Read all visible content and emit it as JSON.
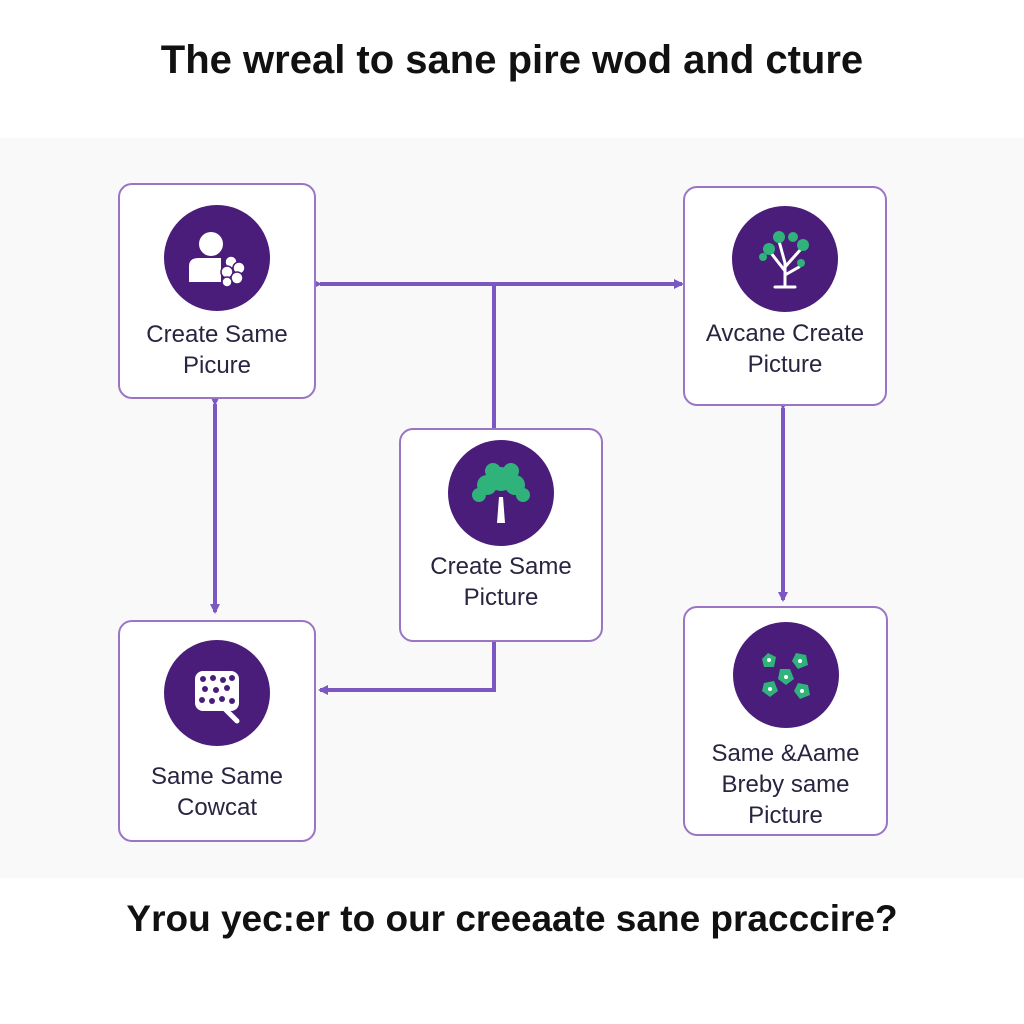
{
  "header": {
    "title": "The wreal to sane pire wod and cture"
  },
  "footer": {
    "question": "Yrou yec:er to our creeaate sane pracccire?"
  },
  "colors": {
    "accent": "#7b57c2",
    "node_border": "#9a75c4",
    "icon_fill": "#4b1d7a",
    "leaf_green": "#2fb37a"
  },
  "nodes": {
    "top_left": {
      "line1": "Create Same",
      "line2": "Picure",
      "icon": "person-cluster-icon"
    },
    "top_right": {
      "line1": "Avcane Create",
      "line2": "Picture",
      "icon": "bonsai-tree-icon"
    },
    "center": {
      "line1": "Create Same",
      "line2": "Picture",
      "icon": "tree-icon"
    },
    "bottom_left": {
      "line1": "Same Same",
      "line2": "Cowcat",
      "icon": "pattern-tile-icon"
    },
    "bottom_right": {
      "line1": "Same &Aame",
      "line2": "Breby same",
      "line3": "Picture",
      "icon": "leaf-cluster-icon"
    }
  }
}
